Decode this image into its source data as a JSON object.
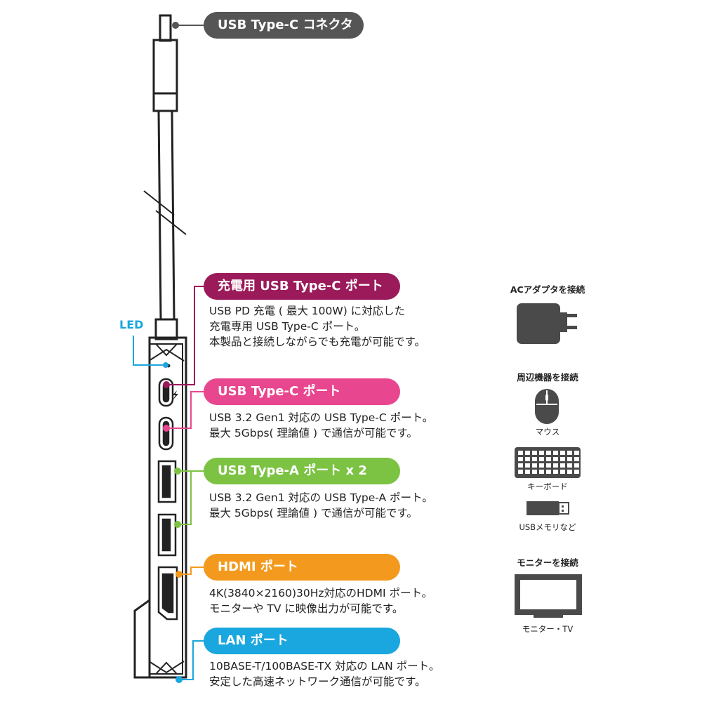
{
  "colors": {
    "connector": "#555555",
    "charge_port": "#9b1a5a",
    "usbc_port": "#e8468e",
    "usba_port": "#7cc243",
    "hdmi_port": "#f39a1e",
    "lan_port": "#1aa6de",
    "led": "#1aa6de",
    "device_icon": "#4a4a4a"
  },
  "callouts": {
    "connector": {
      "label": "USB Type-C コネクタ"
    },
    "charge": {
      "label": "充電用 USB Type-C ポート",
      "lines": [
        "USB PD 充電 ( 最大 100W) に対応した",
        "充電専用 USB Type-C ポート。",
        "本製品と接続しながらでも充電が可能です。"
      ]
    },
    "usbc": {
      "label": "USB Type-C ポート",
      "lines": [
        "USB 3.2 Gen1 対応の USB Type-C ポート。",
        "最大 5Gbps( 理論値 ) で通信が可能です。"
      ]
    },
    "usba": {
      "label": "USB Type-A ポート x 2",
      "lines": [
        "USB 3.2 Gen1 対応の USB Type-A ポート。",
        "最大 5Gbps( 理論値 ) で通信が可能です。"
      ]
    },
    "hdmi": {
      "label": "HDMI ポート",
      "lines": [
        "4K(3840×2160)30Hz対応のHDMI ポート。",
        "モニターや TV に映像出力が可能です。"
      ]
    },
    "lan": {
      "label": "LAN ポート",
      "lines": [
        "10BASE-T/100BASE-TX 対応の LAN ポート。",
        "安定した高速ネットワーク通信が可能です。"
      ]
    },
    "led": {
      "label": "LED"
    }
  },
  "side_panel": {
    "ac": {
      "heading": "ACアダプタを接続",
      "icon": "ac-adapter-icon"
    },
    "peripherals": {
      "heading": "周辺機器を接続",
      "items": [
        {
          "icon": "mouse-icon",
          "label": "マウス"
        },
        {
          "icon": "keyboard-icon",
          "label": "キーボード"
        },
        {
          "icon": "usb-stick-icon",
          "label": "USBメモリなど"
        }
      ]
    },
    "monitor": {
      "heading": "モニターを接続",
      "icon": "monitor-icon",
      "label": "モニター・TV"
    }
  }
}
